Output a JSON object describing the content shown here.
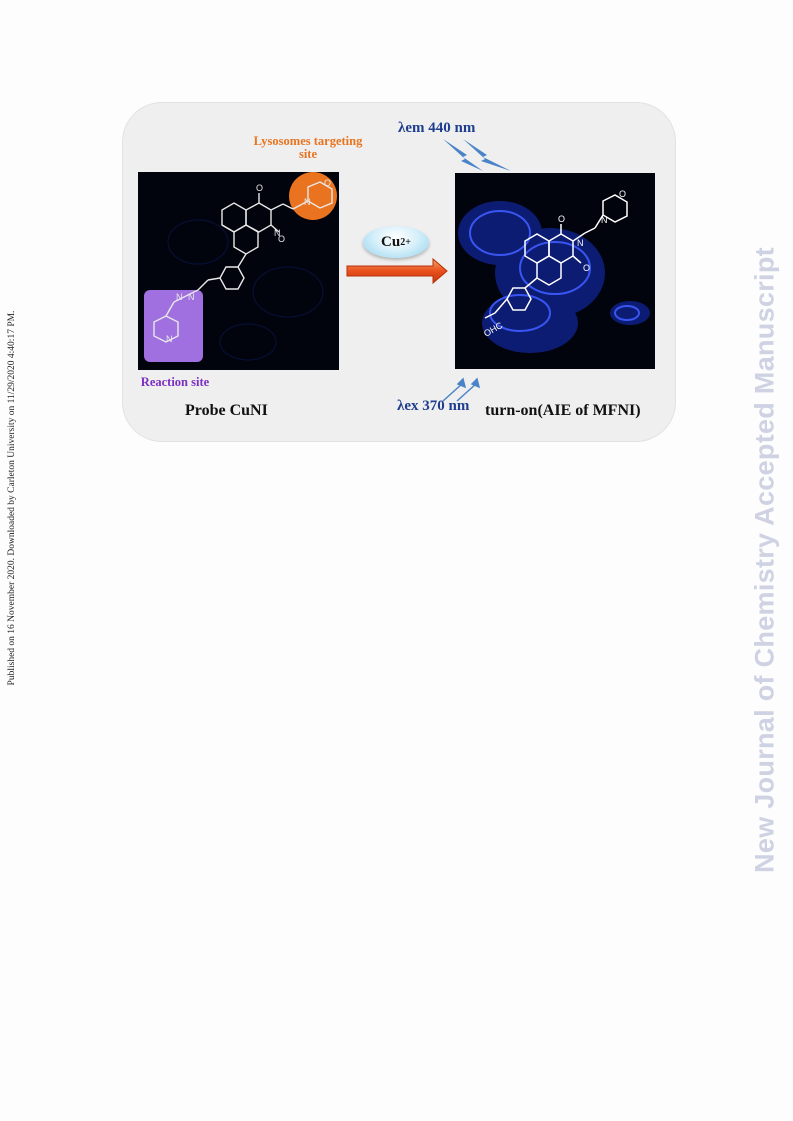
{
  "sidebar_note": "Published on 16 November 2020. Downloaded by Carleton University on 11/29/2020 4:40:17 PM.",
  "watermark": "New Journal of Chemistry Accepted Manuscript",
  "figure": {
    "lysosome_label": "Lysosomes targeting site",
    "reaction_label": "Reaction site",
    "probe_label": "Probe CuNI",
    "reagent": "Cu",
    "reagent_charge": "2+",
    "product_label": "turn-on(AIE of MFNI)",
    "emission_label": "λem 440 nm",
    "excitation_label": "λex 370 nm",
    "aldehyde_group": "OHC",
    "colors": {
      "orange": "#e9731f",
      "purple": "#a070e0",
      "arrow": "#e8501c",
      "blue_text": "#1f3e8e",
      "cell_blue": "#2b3fe8"
    }
  }
}
